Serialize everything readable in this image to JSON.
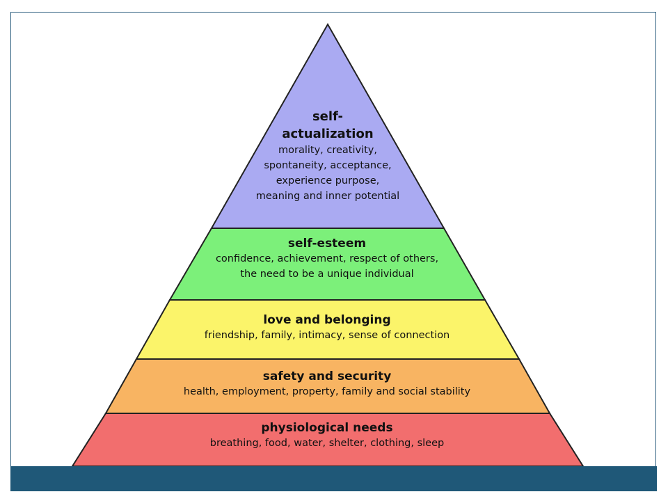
{
  "tiers": [
    {
      "title": "self-\nactualization",
      "desc": "morality, creativity,\nspontaneity, acceptance,\nexperience purpose,\nmeaning and inner potential",
      "color": "#aaaaf2"
    },
    {
      "title": "self-esteem",
      "desc": "confidence, achievement, respect of others,\nthe need to be a unique individual",
      "color": "#7cf07a"
    },
    {
      "title": "love and belonging",
      "desc": "friendship, family, intimacy, sense of connection",
      "color": "#fbf46a"
    },
    {
      "title": "safety and security",
      "desc": "health, employment, property, family and social stability",
      "color": "#f8b462"
    },
    {
      "title": "physiological needs",
      "desc": "breathing, food, water, shelter, clothing, sleep",
      "color": "#f26e6e"
    }
  ],
  "theme": {
    "footer_color": "#1f5878",
    "outline_color": "#222222"
  }
}
